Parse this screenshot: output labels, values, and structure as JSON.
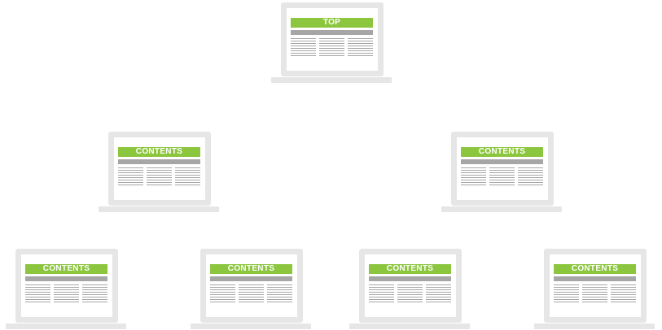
{
  "diagram": {
    "top_node": {
      "label": "TOP"
    },
    "level2": [
      {
        "label": "CONTENTS"
      },
      {
        "label": "CONTENTS"
      }
    ],
    "level3": [
      {
        "label": "CONTENTS"
      },
      {
        "label": "CONTENTS"
      },
      {
        "label": "CONTENTS"
      },
      {
        "label": "CONTENTS"
      }
    ]
  },
  "colors": {
    "accent_green": "#8cc63f",
    "frame_gray": "#e6e6e6",
    "line_gray": "#a6a6a6",
    "background": "#ffffff"
  }
}
